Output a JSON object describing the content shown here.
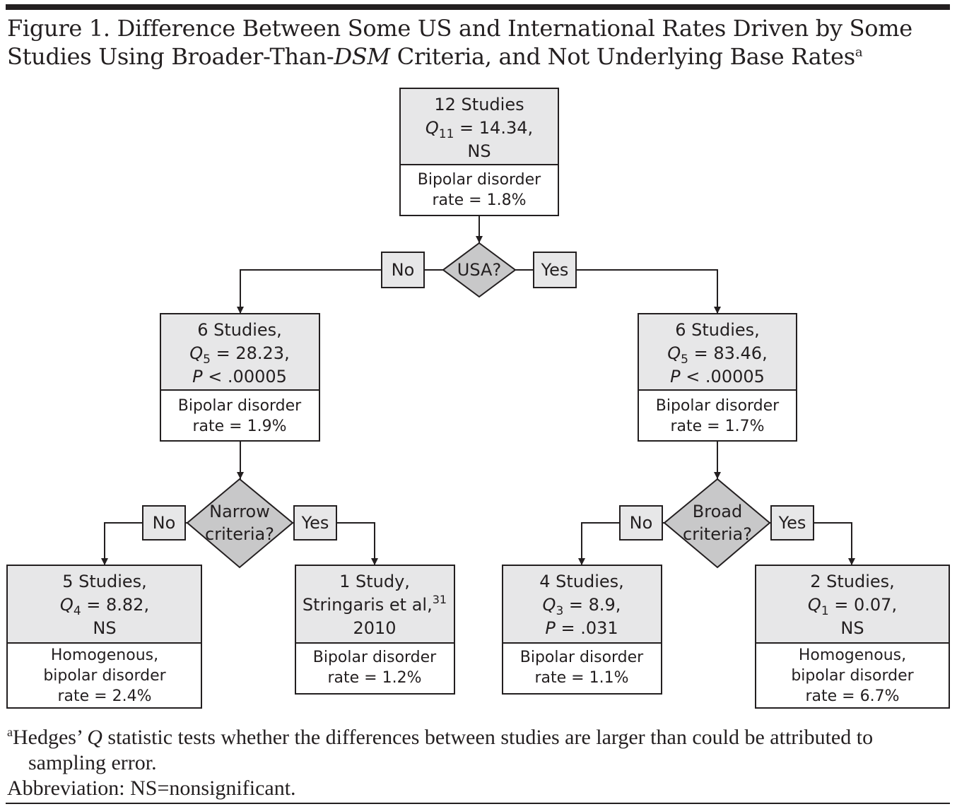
{
  "figure": {
    "title_line1": "Figure 1. Difference Between Some US and International Rates Driven by Some",
    "title_line2_pre": "Studies Using Broader-Than-",
    "title_line2_em": "DSM",
    "title_line2_post": " Criteria, and Not Underlying Base Rates",
    "title_sup": "a"
  },
  "nodes": {
    "root": {
      "l1": "12 Studies",
      "q": "Q",
      "qsub": "11",
      "qrest": " = 14.34,",
      "l3": "NS",
      "b1": "Bipolar disorder",
      "b2": "rate = 1.8%"
    },
    "nonus": {
      "l1": "6 Studies,",
      "q": "Q",
      "qsub": "5",
      "qrest": " = 28.23,",
      "p": "P",
      "prest": " < .00005",
      "b1": "Bipolar disorder",
      "b2": "rate = 1.9%"
    },
    "us": {
      "l1": "6 Studies,",
      "q": "Q",
      "qsub": "5",
      "qrest": " = 83.46,",
      "p": "P",
      "prest": " < .00005",
      "b1": "Bipolar disorder",
      "b2": "rate = 1.7%"
    },
    "n_no": {
      "l1": "5 Studies,",
      "q": "Q",
      "qsub": "4",
      "qrest": " = 8.82,",
      "l3": "NS",
      "b1": "Homogenous,",
      "b2": "bipolar disorder",
      "b3": "rate = 2.4%"
    },
    "n_yes": {
      "l1": "1 Study,",
      "l2": "Stringaris et al,",
      "l2sup": "31",
      "l3": "2010",
      "b1": "Bipolar disorder",
      "b2": "rate = 1.2%"
    },
    "b_no": {
      "l1": "4 Studies,",
      "q": "Q",
      "qsub": "3",
      "qrest": " = 8.9,",
      "p": "P",
      "prest": " = .031",
      "b1": "Bipolar disorder",
      "b2": "rate = 1.1%"
    },
    "b_yes": {
      "l1": "2 Studies,",
      "q": "Q",
      "qsub": "1",
      "qrest": " = 0.07,",
      "l3": "NS",
      "b1": "Homogenous,",
      "b2": "bipolar disorder",
      "b3": "rate = 6.7%"
    }
  },
  "decisions": {
    "usa": {
      "label": "USA?"
    },
    "narrow": {
      "line1": "Narrow",
      "line2": "criteria?"
    },
    "broad": {
      "line1": "Broad",
      "line2": "criteria?"
    }
  },
  "branches": {
    "no": "No",
    "yes": "Yes"
  },
  "footnote": {
    "sup": "a",
    "pre": "Hedges’ ",
    "q": "Q",
    "post": " statistic tests whether the differences between studies are larger than could be attributed to sampling error.",
    "abbrev": "Abbreviation: NS=nonsignificant."
  }
}
